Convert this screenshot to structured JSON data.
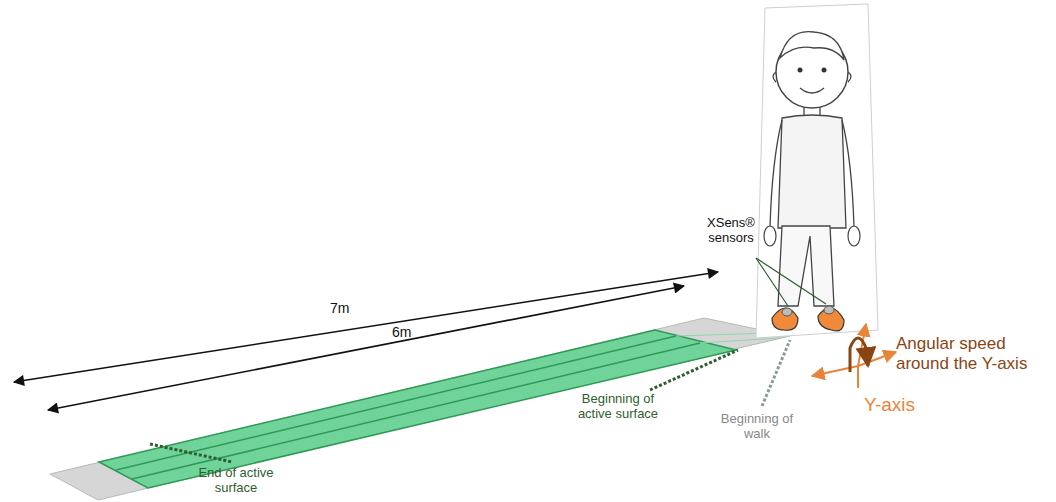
{
  "diagram": {
    "labels": [
      "7m",
      "6m",
      "XSens® sensors",
      "Beginning of active surface",
      "Beginning of walk",
      "End of active surface",
      "Angular speed around the Y-axis",
      "Y-axis"
    ]
  }
}
